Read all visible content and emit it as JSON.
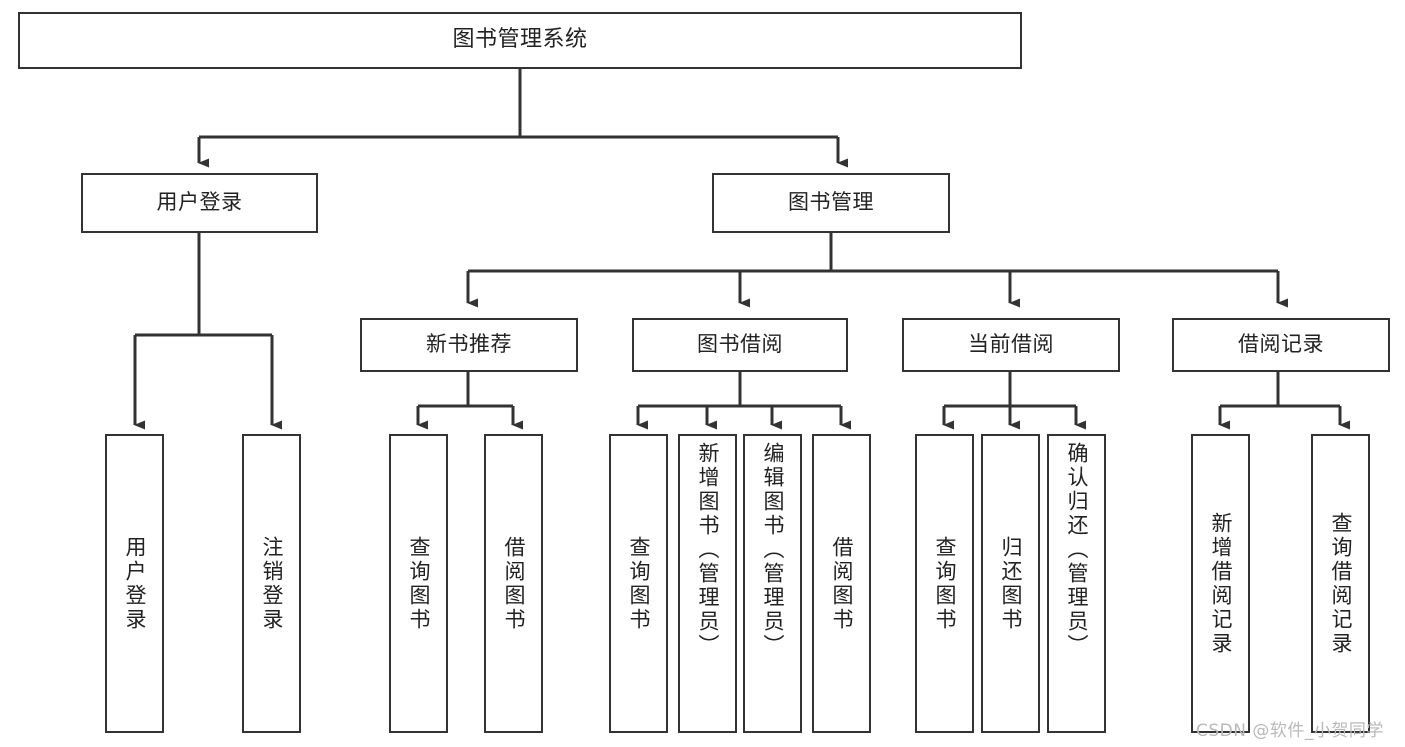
{
  "diagram": {
    "type": "tree-hierarchy",
    "title": "图书管理系统",
    "root": {
      "id": "root",
      "label": "图书管理系统"
    },
    "level2": [
      {
        "id": "user-login",
        "label": "用户登录"
      },
      {
        "id": "book-management",
        "label": "图书管理"
      }
    ],
    "level3": [
      {
        "id": "new-book-recommend",
        "label": "新书推荐",
        "parent": "book-management"
      },
      {
        "id": "book-borrow",
        "label": "图书借阅",
        "parent": "book-management"
      },
      {
        "id": "current-borrow",
        "label": "当前借阅",
        "parent": "book-management"
      },
      {
        "id": "borrow-record",
        "label": "借阅记录",
        "parent": "book-management"
      }
    ],
    "leaves": {
      "user_login": [
        {
          "id": "leaf-user-login",
          "label": "用户登录"
        },
        {
          "id": "leaf-user-logout",
          "label": "注销登录"
        }
      ],
      "new_book_recommend": [
        {
          "id": "leaf-query-book-1",
          "label": "查询图书"
        },
        {
          "id": "leaf-borrow-book-1",
          "label": "借阅图书"
        }
      ],
      "book_borrow": [
        {
          "id": "leaf-query-book-2",
          "label": "查询图书"
        },
        {
          "id": "leaf-add-book",
          "label": "新增图书（管理员）"
        },
        {
          "id": "leaf-edit-book",
          "label": "编辑图书（管理员）"
        },
        {
          "id": "leaf-borrow-book-2",
          "label": "借阅图书"
        }
      ],
      "current_borrow": [
        {
          "id": "leaf-query-book-3",
          "label": "查询图书"
        },
        {
          "id": "leaf-return-book",
          "label": "归还图书"
        },
        {
          "id": "leaf-confirm-return",
          "label": "确认归还（管理员）"
        }
      ],
      "borrow_record": [
        {
          "id": "leaf-add-record",
          "label": "新增借阅记录"
        },
        {
          "id": "leaf-query-record",
          "label": "查询借阅记录"
        }
      ]
    }
  },
  "watermark": {
    "text": "CSDN @软件_小贺同学"
  },
  "colors": {
    "stroke": "#333333",
    "background": "#ffffff",
    "text": "#222222",
    "watermark": "#b9b9b9"
  }
}
